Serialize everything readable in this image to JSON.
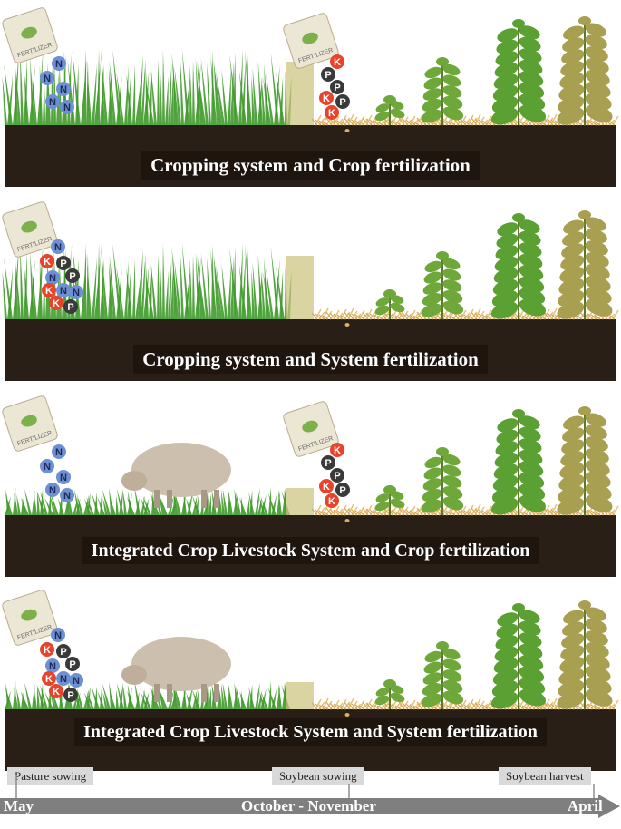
{
  "panels": [
    {
      "title": "Cropping system and Crop fertilization",
      "fert_1": [
        "N",
        "N",
        "N",
        "N",
        "N"
      ],
      "fert_2": [
        "K",
        "P",
        "P",
        "K",
        "P",
        "K"
      ],
      "sheep": false
    },
    {
      "title": "Cropping system and System fertilization",
      "fert_1": [
        "N",
        "K",
        "P",
        "N",
        "P",
        "K",
        "N",
        "N",
        "K",
        "P"
      ],
      "fert_2": [],
      "sheep": false
    },
    {
      "title": "Integrated Crop Livestock System and Crop fertilization",
      "fert_1": [
        "N",
        "N",
        "N",
        "N",
        "N"
      ],
      "fert_2": [
        "K",
        "P",
        "P",
        "K",
        "P",
        "K"
      ],
      "sheep": true
    },
    {
      "title": "Integrated Crop Livestock System and System fertilization",
      "fert_1": [
        "N",
        "K",
        "P",
        "N",
        "P",
        "K",
        "N",
        "N",
        "K",
        "P"
      ],
      "fert_2": [],
      "sheep": true
    }
  ],
  "bag_label": "FERTILIZER",
  "timeline": {
    "events": [
      "Pasture sowing",
      "Soybean sowing",
      "Soybean harvest"
    ],
    "months": {
      "start": "May",
      "middle": "October - November",
      "end": "April"
    }
  },
  "colors": {
    "N": "#6d8fd4",
    "P": "#3a3a3a",
    "K": "#e8432b",
    "soil": "#2a1f17",
    "grass": "#3f9a2a",
    "straw": "#e6c27a",
    "axis": "#7f7f7f"
  }
}
